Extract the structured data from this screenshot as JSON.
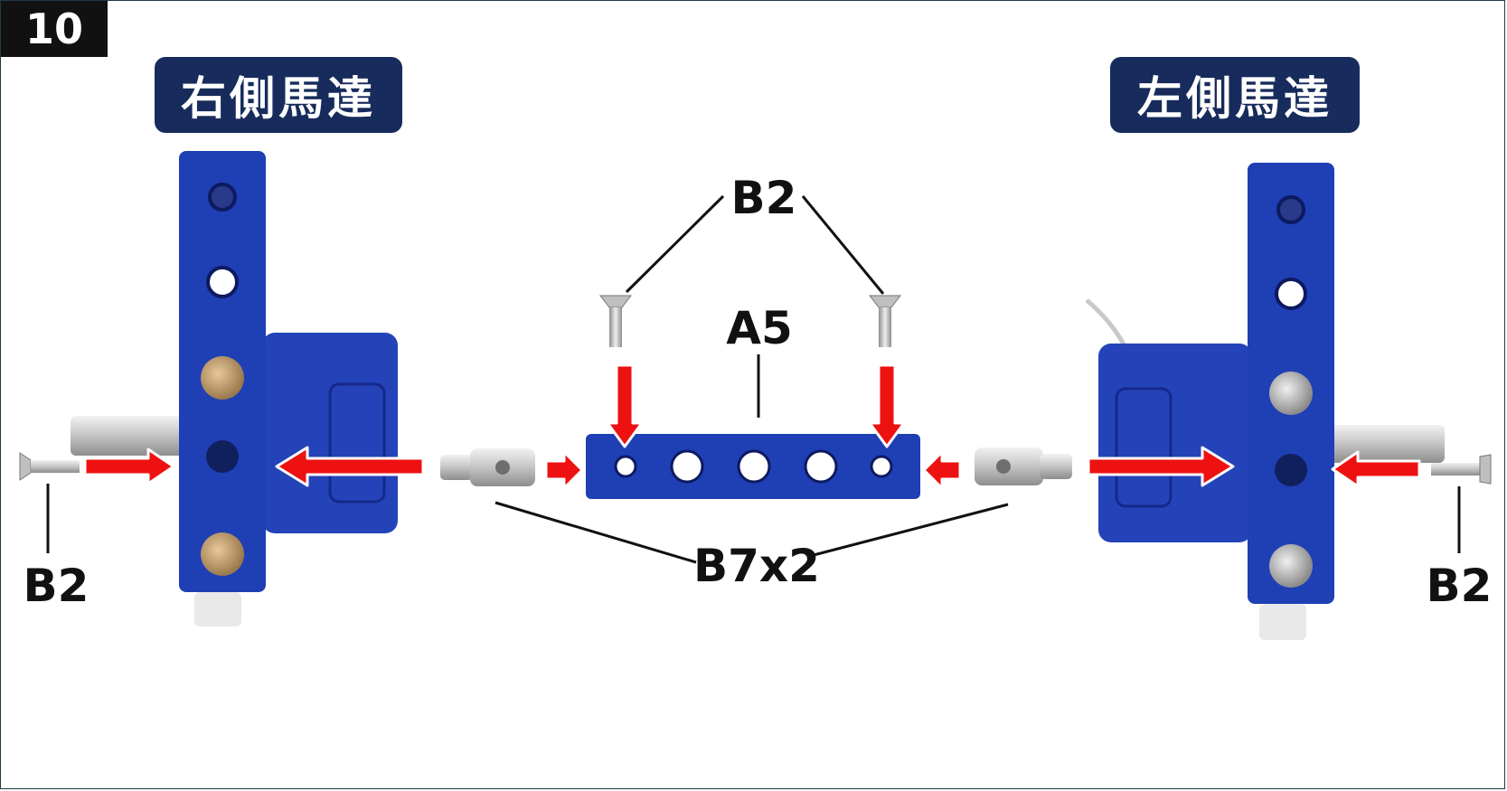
{
  "step_number": "10",
  "titles": {
    "right_motor": "右側馬達",
    "left_motor": "左側馬達"
  },
  "labels": {
    "screw_top": "B2",
    "bar": "A5",
    "screw_left": "B2",
    "screw_right": "B2",
    "shaft_pair": "B7x2"
  },
  "colors": {
    "part_blue": "#1f3fb5",
    "badge_navy": "#172c5c",
    "arrow_red": "#ee1111"
  }
}
